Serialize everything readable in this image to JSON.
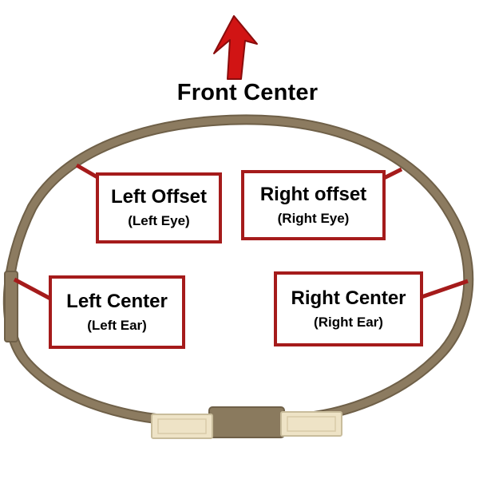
{
  "title": "Front Center",
  "labels": {
    "left_offset": {
      "main": "Left Offset",
      "sub": "(Left Eye)"
    },
    "right_offset": {
      "main": "Right offset",
      "sub": "(Right Eye)"
    },
    "left_center": {
      "main": "Left Center",
      "sub": "(Left Ear)"
    },
    "right_center": {
      "main": "Right Center",
      "sub": "(Right Ear)"
    }
  },
  "colors": {
    "box_border": "#a51b1b",
    "arrow": "#d11414",
    "band": "#8c7b60",
    "band_edge": "#6f6048",
    "tab": "#eee3c6"
  },
  "icons": {
    "arrow": "up-arrow-icon"
  }
}
